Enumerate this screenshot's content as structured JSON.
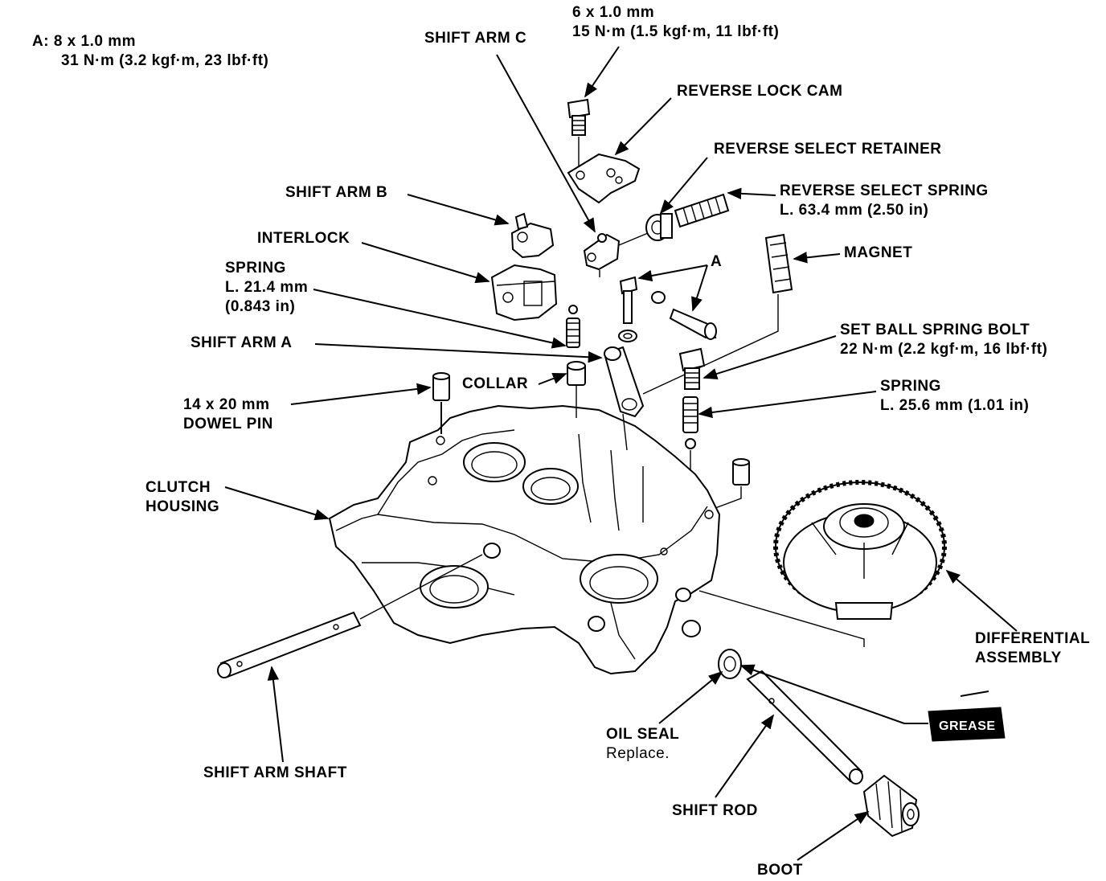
{
  "bolt_a_note": {
    "line1": "A: 8 x 1.0 mm",
    "line2": "31 N·m (3.2 kgf·m, 23 lbf·ft)"
  },
  "top_bolt_spec": {
    "line1": "6 x 1.0 mm",
    "line2": "15 N·m (1.5 kgf·m, 11 lbf·ft)"
  },
  "labels": {
    "shift_arm_c": "SHIFT ARM C",
    "reverse_lock_cam": "REVERSE LOCK CAM",
    "reverse_select_retainer": "REVERSE SELECT RETAINER",
    "reverse_select_spring": "REVERSE SELECT SPRING",
    "reverse_select_spring_len": "L. 63.4 mm (2.50 in)",
    "shift_arm_b": "SHIFT ARM B",
    "interlock": "INTERLOCK",
    "magnet": "MAGNET",
    "a_marker": "A",
    "spring_1": "SPRING",
    "spring_1_len": "L. 21.4 mm",
    "spring_1_in": "(0.843 in)",
    "shift_arm_a": "SHIFT ARM A",
    "set_ball_spring_bolt": "SET BALL SPRING BOLT",
    "set_ball_spring_bolt_torque": "22 N·m (2.2 kgf·m, 16 lbf·ft)",
    "collar": "COLLAR",
    "spring_2": "SPRING",
    "spring_2_len": "L. 25.6 mm (1.01 in)",
    "dowel_pin_size": "14 x 20 mm",
    "dowel_pin": "DOWEL PIN",
    "clutch_housing_1": "CLUTCH",
    "clutch_housing_2": "HOUSING",
    "differential_1": "DIFFERENTIAL",
    "differential_2": "ASSEMBLY",
    "oil_seal": "OIL SEAL",
    "oil_seal_note": "Replace.",
    "grease": "GREASE",
    "shift_arm_shaft": "SHIFT ARM SHAFT",
    "shift_rod": "SHIFT ROD",
    "boot": "BOOT"
  }
}
